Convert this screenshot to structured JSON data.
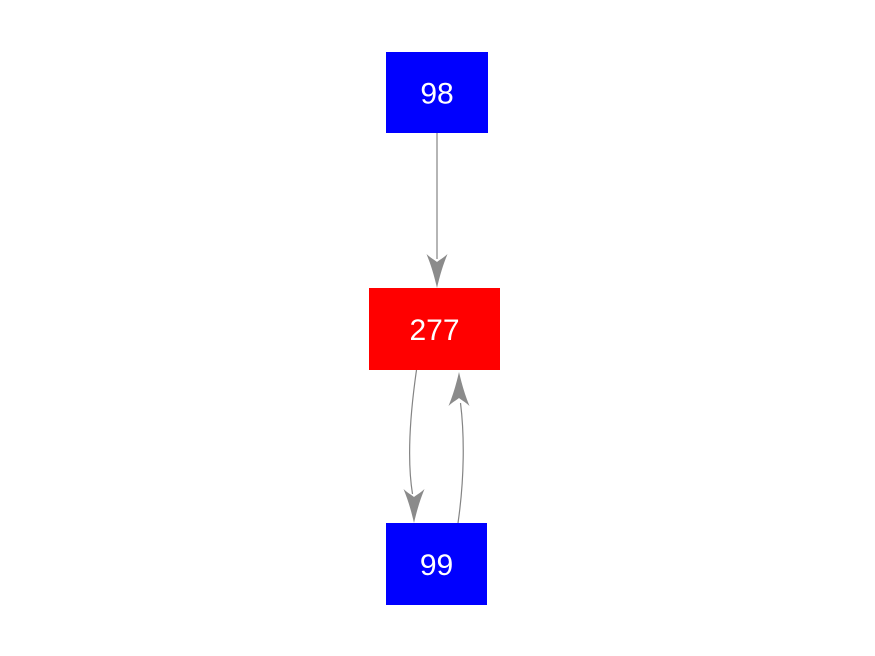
{
  "diagram": {
    "type": "directed-graph",
    "background_color": "#ffffff",
    "text_color": "#ffffff",
    "edge_color": "#848484",
    "arrowhead_color": "#8b8b8b",
    "node_blue": "#0000ff",
    "node_red": "#ff0000",
    "nodes": [
      {
        "id": "98",
        "label": "98",
        "fill": "#0000ff"
      },
      {
        "id": "277",
        "label": "277",
        "fill": "#ff0000"
      },
      {
        "id": "99",
        "label": "99",
        "fill": "#0000ff"
      }
    ],
    "edges": [
      {
        "from": "98",
        "to": "277",
        "style": "straight"
      },
      {
        "from": "277",
        "to": "99",
        "style": "curved-left"
      },
      {
        "from": "99",
        "to": "277",
        "style": "curved-right"
      }
    ]
  }
}
